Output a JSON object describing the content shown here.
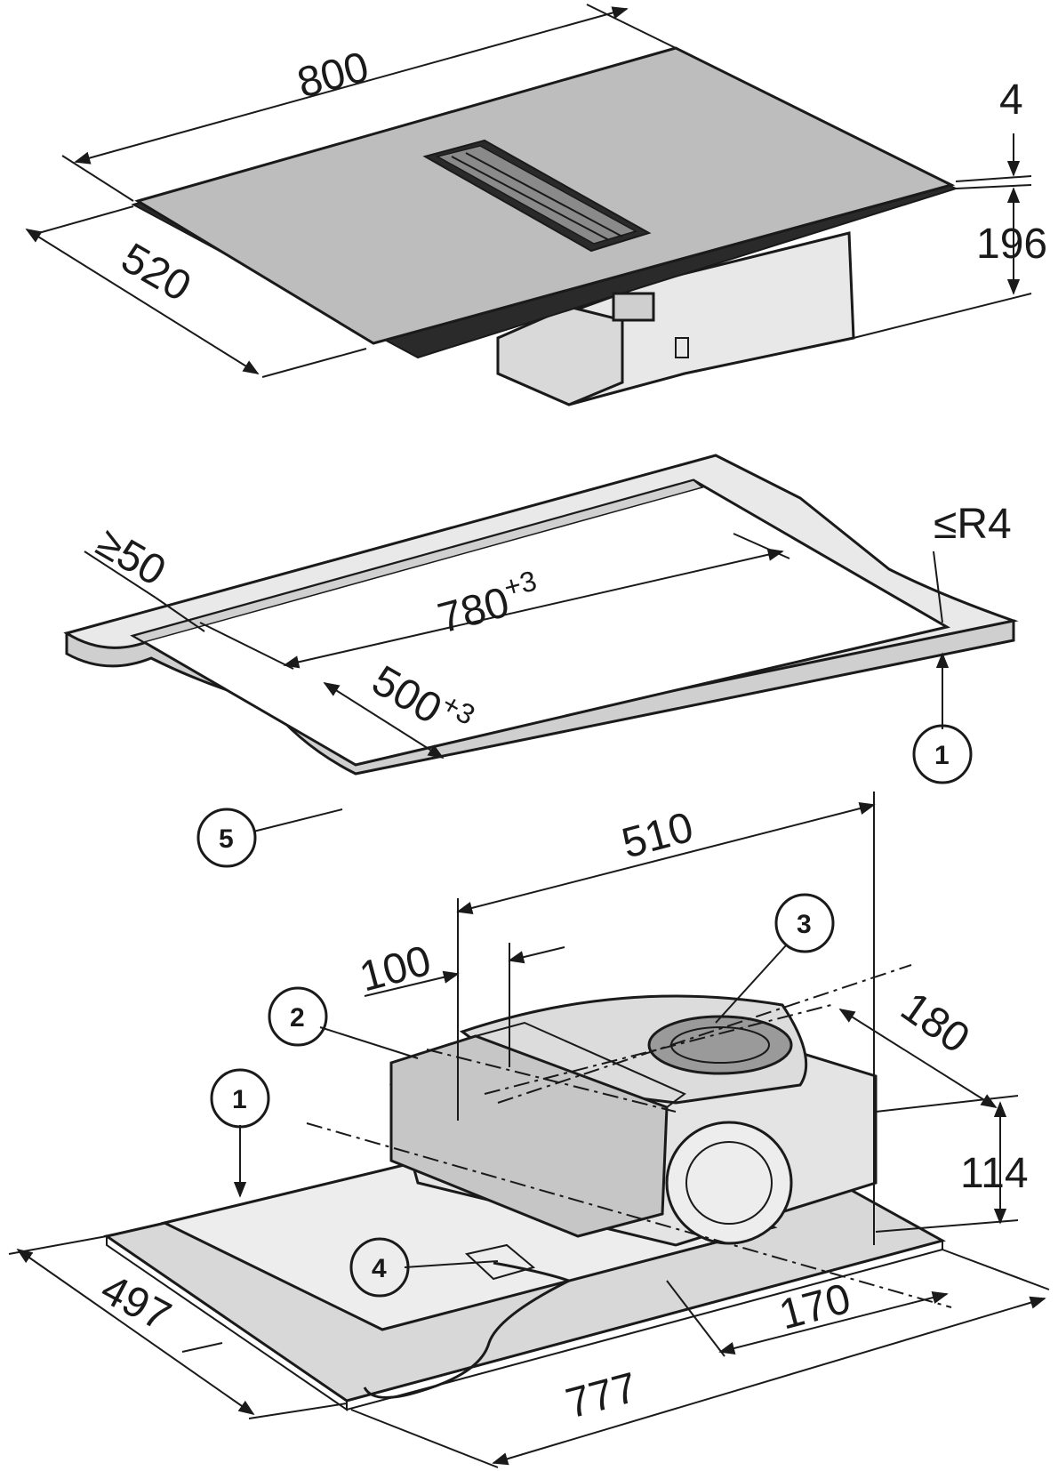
{
  "colors": {
    "ink": "#1a1a1a",
    "panel_light": "#e6e6e6",
    "panel_mid": "#cfcfcf",
    "panel_dark": "#b5b5b5",
    "glass": "#bdbdbd",
    "glass_dark": "#2a2a2a"
  },
  "top_view": {
    "width_label": "800",
    "depth_label": "520",
    "glass_thickness_label": "4",
    "height_label": "196"
  },
  "cutout": {
    "min_edge_label": "≥50",
    "radius_label": "≤R4",
    "width_label": "780",
    "width_tol": "+3",
    "depth_label": "500",
    "depth_tol": "+3"
  },
  "bottom_view": {
    "dim_510": "510",
    "dim_100": "100",
    "dim_180": "180",
    "dim_114": "114",
    "dim_170": "170",
    "dim_497": "497",
    "dim_777": "777"
  },
  "callouts": {
    "c1": "1",
    "c2": "2",
    "c3": "3",
    "c4": "4",
    "c5": "5"
  }
}
